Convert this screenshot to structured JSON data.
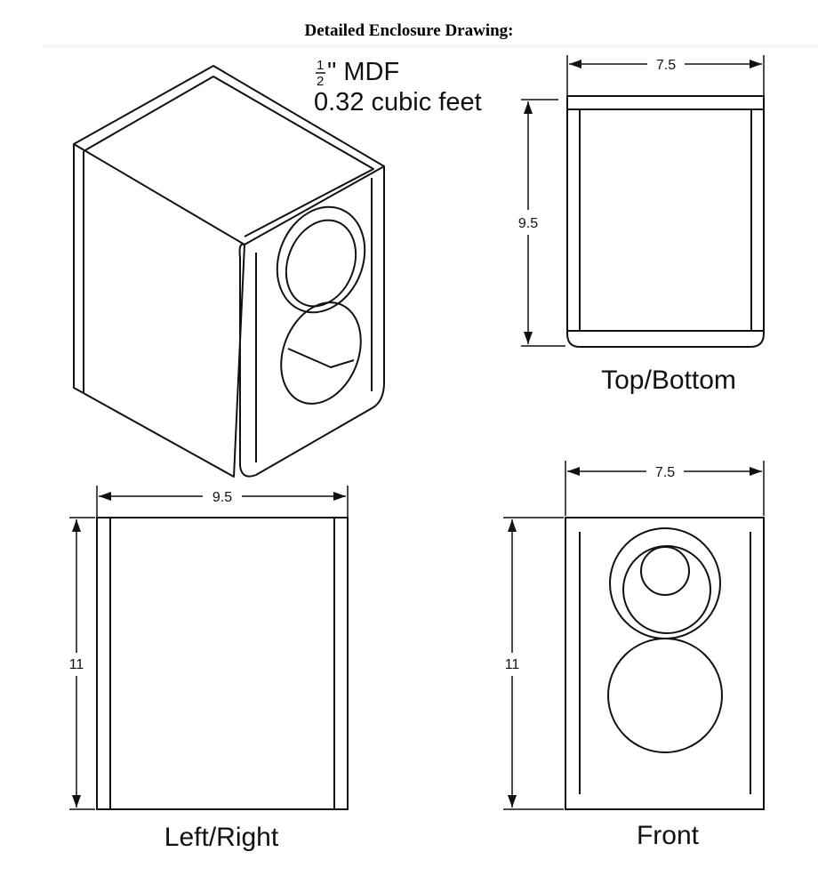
{
  "title": "Detailed Enclosure Drawing:",
  "spec": {
    "fraction_numerator": "1",
    "fraction_denominator": "2",
    "material": "\" MDF",
    "volume": "0.32 cubic feet"
  },
  "views": {
    "top_bottom": {
      "caption": "Top/Bottom",
      "width_label": "7.5",
      "depth_label": "9.5"
    },
    "left_right": {
      "caption": "Left/Right",
      "width_label": "9.5",
      "height_label": "11"
    },
    "front": {
      "caption": "Front",
      "width_label": "7.5",
      "height_label": "11"
    }
  }
}
